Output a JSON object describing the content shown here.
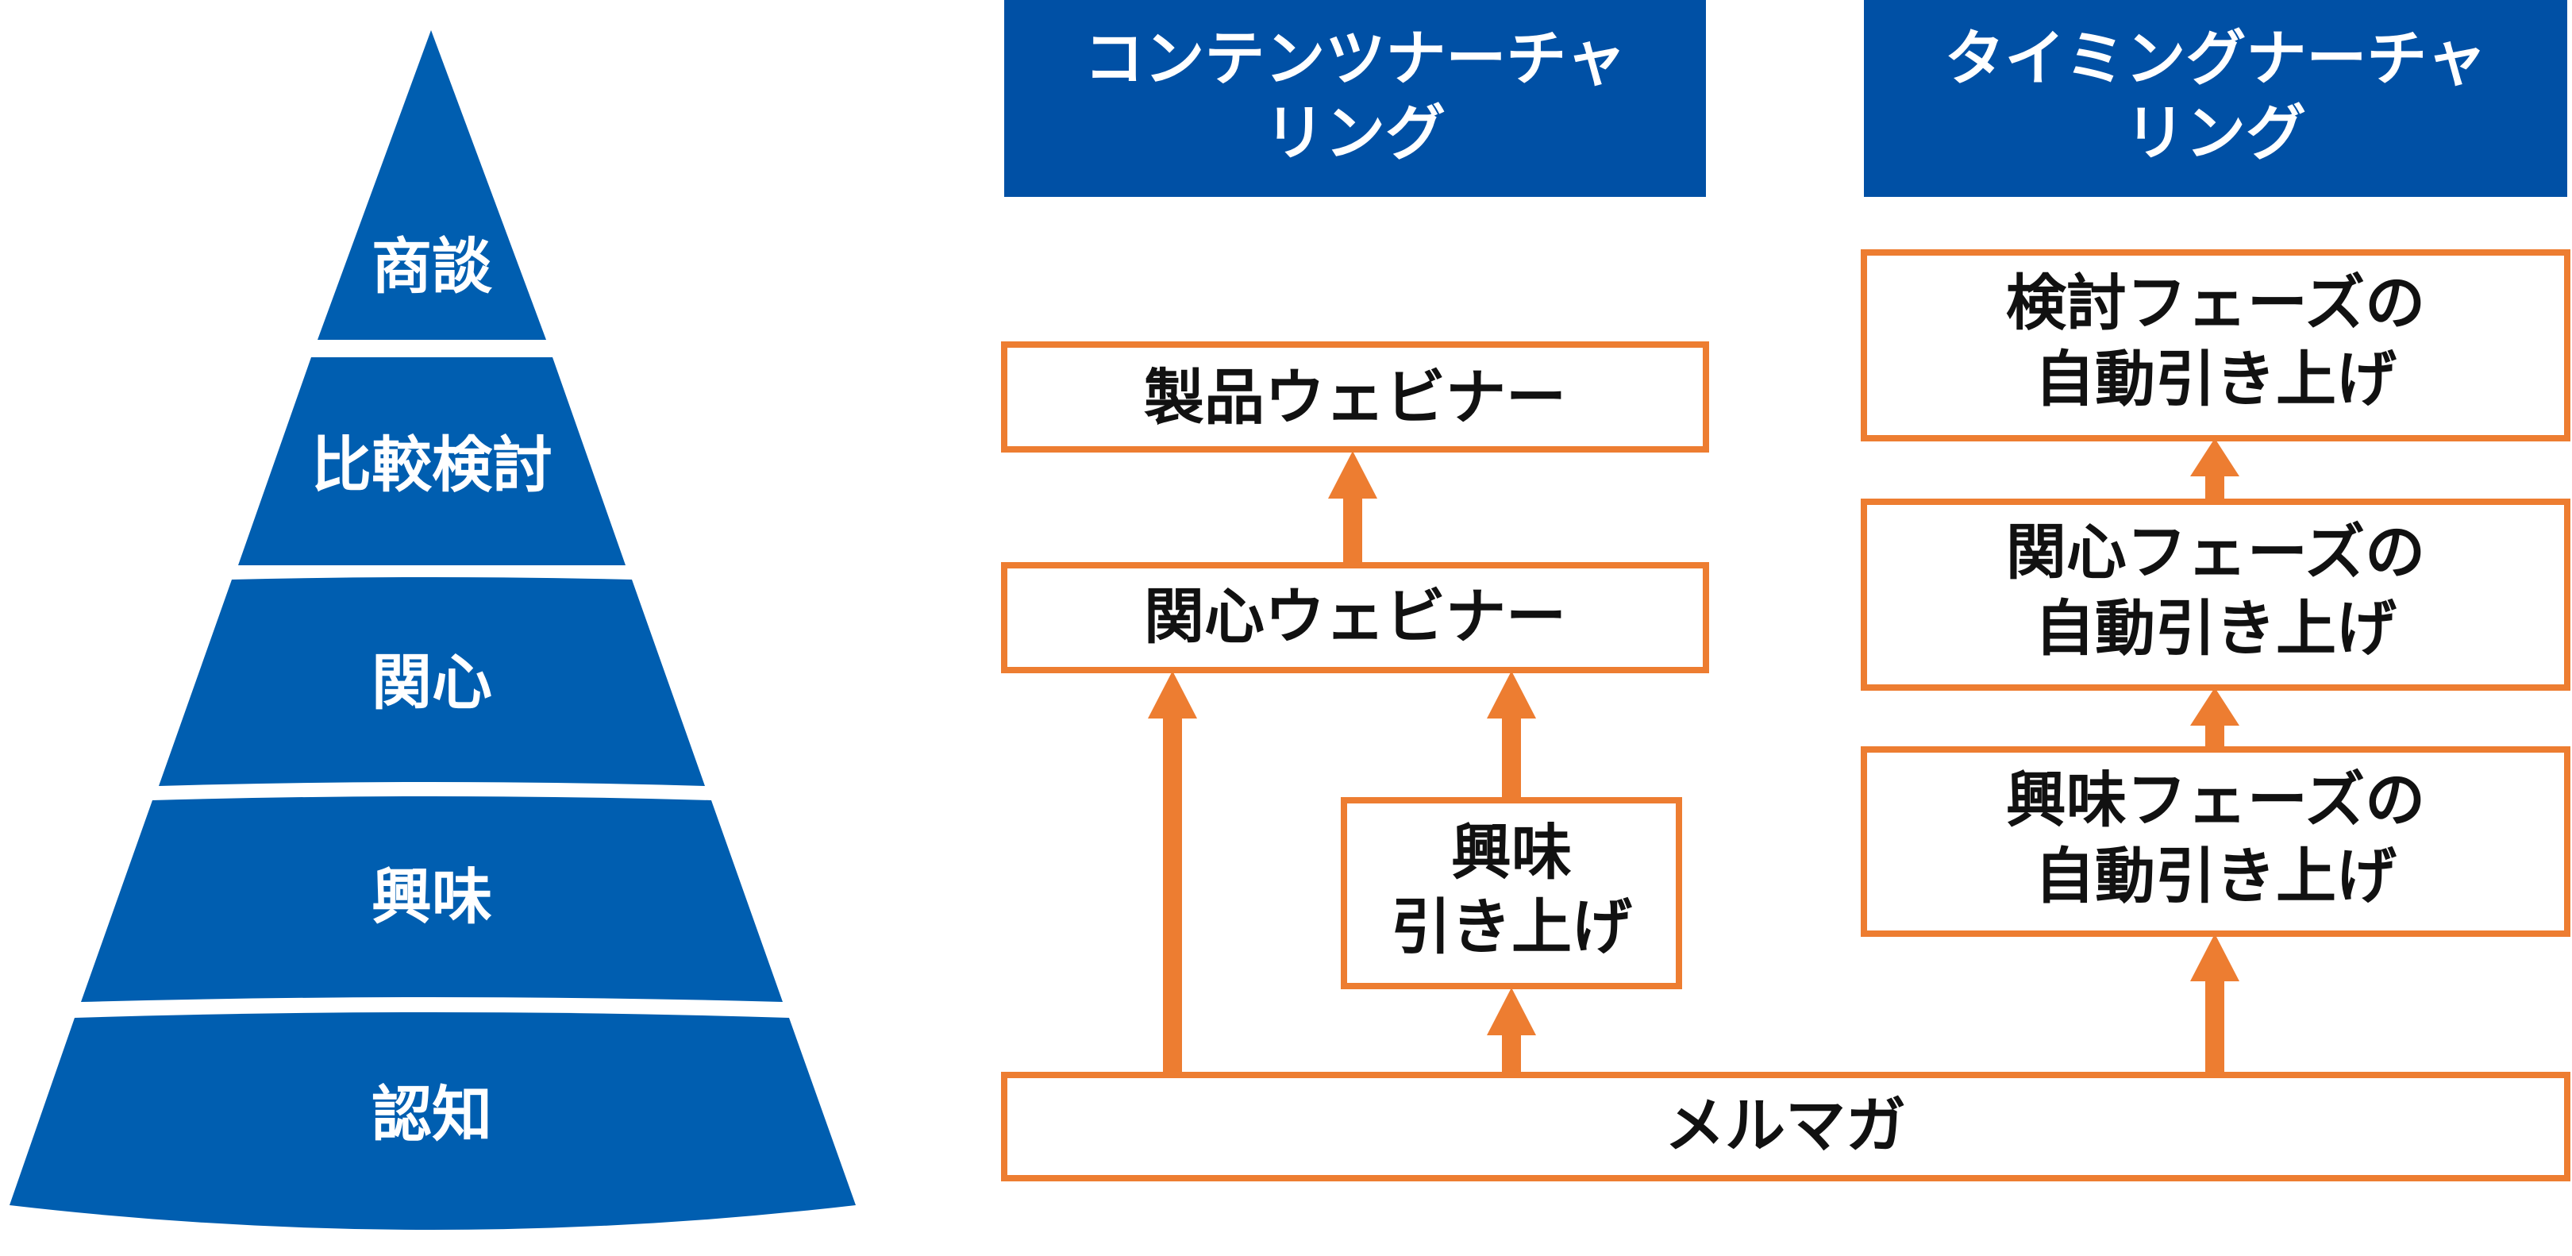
{
  "colors": {
    "pyramid_blue": "#005EB0",
    "header_blue": "#0050A5",
    "arrow_orange": "#ED7D31",
    "box_border": "#ED7D31",
    "box_fill": "#FFFFFF",
    "text_dark": "#111111",
    "text_light": "#FFFFFF"
  },
  "pyramid": {
    "layers": [
      "商談",
      "比較検討",
      "関心",
      "興味",
      "認知"
    ]
  },
  "content_nurturing": {
    "header": [
      "コンテンツナーチャ",
      "リング"
    ],
    "product_webinar": "製品ウェビナー",
    "interest_webinar": "関心ウェビナー",
    "interest_raise": [
      "興味",
      "引き上げ"
    ]
  },
  "timing_nurturing": {
    "header": [
      "タイミングナーチャ",
      "リング"
    ],
    "consideration_phase": [
      "検討フェーズの",
      "自動引き上げ"
    ],
    "interest_phase": [
      "関心フェーズの",
      "自動引き上げ"
    ],
    "curiosity_phase": [
      "興味フェーズの",
      "自動引き上げ"
    ]
  },
  "newsletter": "メルマガ"
}
